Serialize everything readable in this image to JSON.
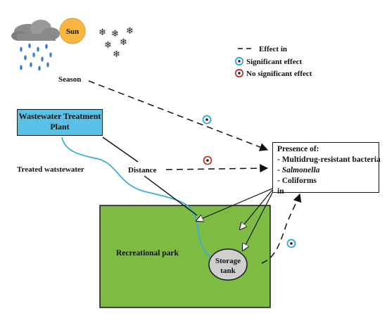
{
  "weather": {
    "sun_label": "Sun",
    "icons": [
      "rain-cloud-icon",
      "sun-icon",
      "snowflake-icon"
    ]
  },
  "legend": {
    "effect_in": "Effect in",
    "significant": "Significant effect",
    "no_significant": "No significant effect"
  },
  "nodes": {
    "season": "Season",
    "wwtp": "Wastewater Treatment Plant",
    "treated": "Treated watstewater",
    "distance": "Distance",
    "park": "Recreational park",
    "storage_line1": "Storage",
    "storage_line2": "tank"
  },
  "presence": {
    "title": "Presence of:",
    "items": [
      "- Multidrug-resistant bacteria",
      "Salmonella",
      "- Coliforms",
      "in"
    ]
  },
  "colors": {
    "park_green": "#7dbb42",
    "wwtp_blue": "#5bc0e6",
    "river_blue": "#3aaed8",
    "sun_orange": "#f7b742",
    "significant_blue": "#2aa7d8",
    "no_significant_red": "#c0392b",
    "storage_gray": "#cfcfcf"
  }
}
